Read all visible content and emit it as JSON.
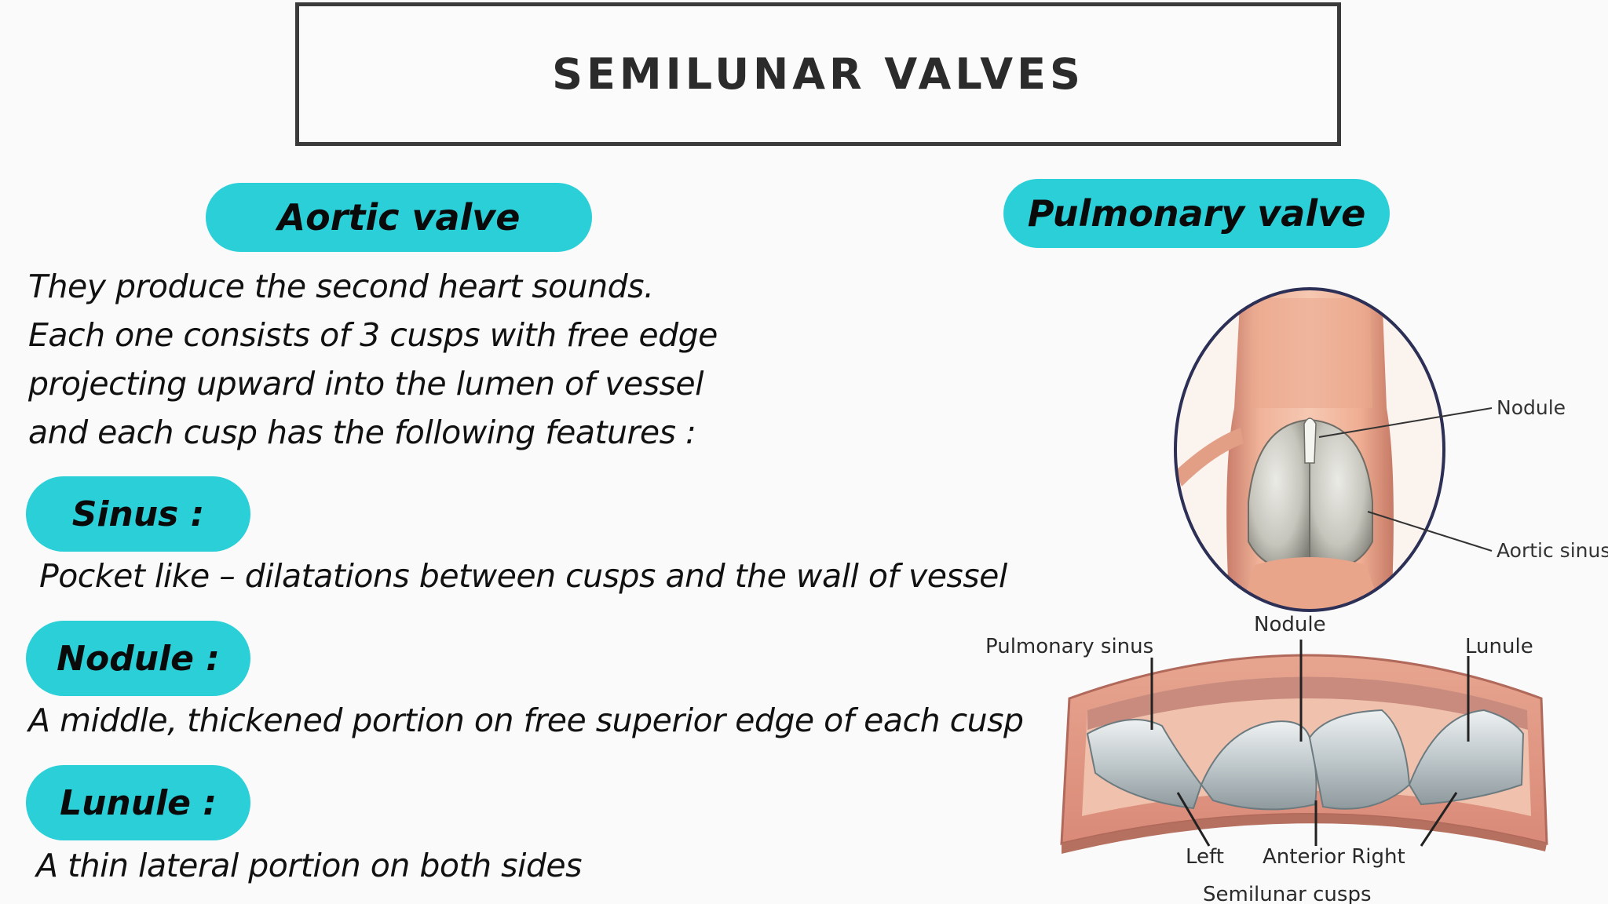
{
  "title": "SEMILUNAR VALVES",
  "aortic_label": "Aortic valve",
  "pulmonary_label": "Pulmonary valve",
  "intro_lines": [
    "They produce the second heart sounds.",
    "Each one consists of 3 cusps with free edge",
    "projecting upward into the lumen of vessel",
    "and each cusp has the following features :"
  ],
  "features": [
    {
      "label": "Sinus :",
      "description": "Pocket like – dilatations between cusps and the wall of vessel"
    },
    {
      "label": "Nodule :",
      "description": "A middle, thickened portion on free superior edge of each cusp"
    },
    {
      "label": "Lunule :",
      "description": "A thin lateral portion on both sides"
    }
  ],
  "upper_figure": {
    "labels": {
      "nodule": "Nodule",
      "aortic_sinus": "Aortic sinus"
    }
  },
  "lower_figure": {
    "labels": {
      "pulmonary_sinus": "Pulmonary sinus",
      "nodule": "Nodule",
      "lunule": "Lunule",
      "left": "Left",
      "anterior_right": "Anterior Right",
      "caption": "Semilunar cusps"
    }
  },
  "colors": {
    "accent": "#2bcfd8",
    "title_border": "#3a3a3a"
  }
}
